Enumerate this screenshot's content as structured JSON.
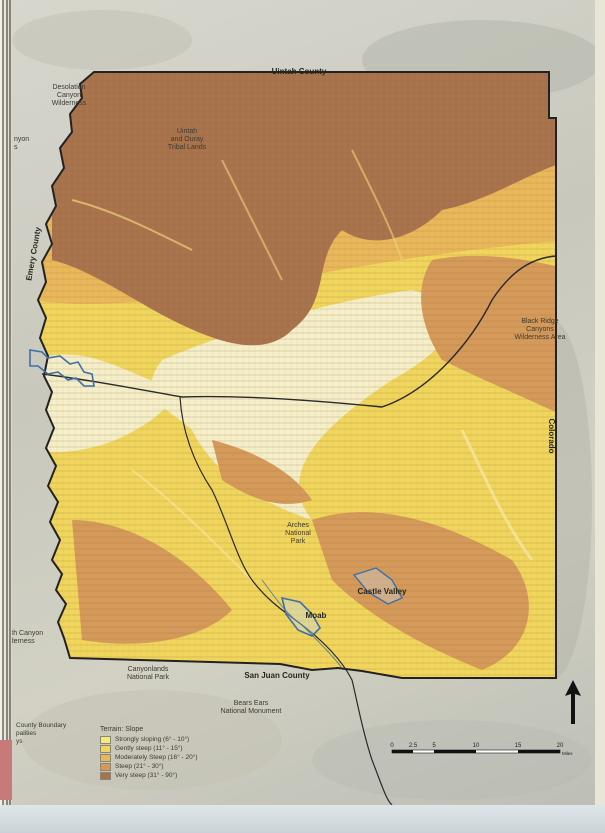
{
  "map": {
    "labels": {
      "uintah_county": "Uintah County",
      "desolation": "Desolation\nCanyon\nWilderness",
      "canyon_partial": "nyon\ns",
      "uintah_ouray": "Uintah\nand Ouray\nTribal Lands",
      "emery_county": "Emery County",
      "black_ridge": "Black Ridge\nCanyons\nWilderness Area",
      "colorado": "Colorado",
      "arches": "Arches\nNational\nPark",
      "castle_valley": "Castle Valley",
      "moab": "Moab",
      "labyrinth": "yrinth Canyon\nWilderness",
      "canyonlands": "Canyonlands\nNational Park",
      "san_juan_county": "San Juan County",
      "bears_ears": "Bears Ears\nNational Monument"
    },
    "left_legend": {
      "line1": "County Boundary",
      "line2": "palities",
      "line3": "ys"
    },
    "legend": {
      "title": "Terrain: Slope",
      "items": [
        {
          "label": "Strongly sloping (6° - 10°)",
          "color": "#f6ea7a"
        },
        {
          "label": "Gently steep (11° - 15°)",
          "color": "#f1d65c"
        },
        {
          "label": "Moderately Steep (16° - 20°)",
          "color": "#e9b85a"
        },
        {
          "label": "Steep (21° - 30°)",
          "color": "#d59a59"
        },
        {
          "label": "Very steep (31° - 90°)",
          "color": "#a8734c"
        }
      ]
    },
    "scale": {
      "ticks": [
        "0",
        "2.5",
        "5",
        "10",
        "15",
        "20"
      ],
      "unit": "Miles"
    },
    "colors": {
      "very_steep": "#a8734c",
      "steep": "#d59a59",
      "moderate": "#e9b85a",
      "gentle": "#f1d65c",
      "flat": "#f4efc8",
      "boundary": "#222222",
      "water": "#3f6fa8"
    },
    "icons": {
      "north": "north-arrow-icon"
    }
  }
}
